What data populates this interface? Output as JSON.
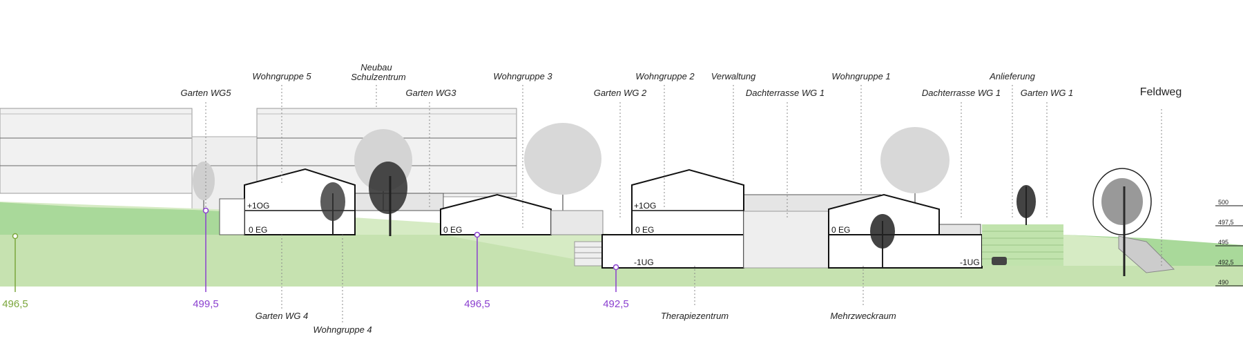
{
  "labels_top": {
    "garten_wg5": "Garten WG5",
    "wohngruppe_5": "Wohngruppe 5",
    "neubau_line1": "Neubau",
    "neubau_line2": "Schulzentrum",
    "garten_wg3": "Garten WG3",
    "wohngruppe_3": "Wohngruppe 3",
    "garten_wg2": "Garten WG 2",
    "wohngruppe_2": "Wohngruppe 2",
    "verwaltung": "Verwaltung",
    "dachterrasse_wg1_a": "Dachterrasse WG 1",
    "wohngruppe_1": "Wohngruppe 1",
    "dachterrasse_wg1_b": "Dachterrasse WG 1",
    "anlieferung": "Anlieferung",
    "garten_wg1": "Garten WG 1",
    "feldweg": "Feldweg"
  },
  "labels_bottom": {
    "garten_wg4": "Garten WG 4",
    "wohngruppe_4": "Wohngruppe 4",
    "therapiezentrum": "Therapiezentrum",
    "mehrzweckraum": "Mehrzweckraum"
  },
  "floors": {
    "og1": "+1OG",
    "eg": "0 EG",
    "ug1": "-1UG"
  },
  "levels": {
    "l1": "496,5",
    "l2": "499,5",
    "l3": "496,5",
    "l4": "492,5"
  },
  "scale": [
    "500",
    "497,5",
    "495",
    "492,5",
    "490"
  ],
  "colors": {
    "ground_light": "#d6ebc4",
    "ground_mid": "#c6e2b0",
    "lawn": "#a9d99a",
    "level_green": "#7aa63a",
    "level_purple": "#8a3fcf"
  }
}
